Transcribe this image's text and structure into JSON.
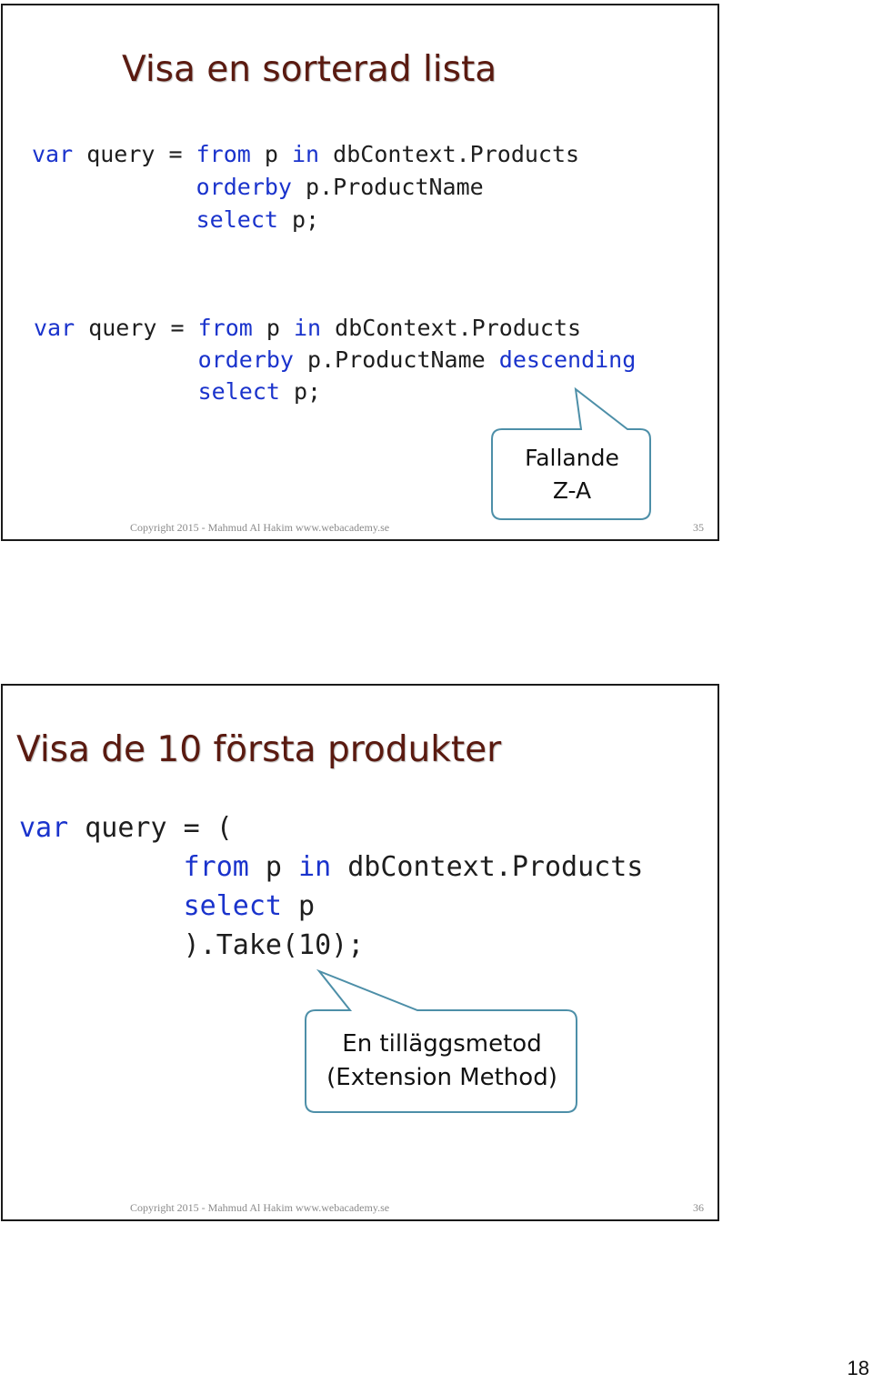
{
  "slides": [
    {
      "title": "Visa en sorterad lista",
      "code_blocks": [
        {
          "lines": [
            [
              {
                "t": "var",
                "k": true
              },
              {
                "t": " query = "
              },
              {
                "t": "from",
                "k": true
              },
              {
                "t": " p "
              },
              {
                "t": "in",
                "k": true
              },
              {
                "t": " dbContext.Products"
              }
            ],
            [
              {
                "t": "            "
              },
              {
                "t": "orderby",
                "k": true
              },
              {
                "t": " p.ProductName"
              }
            ],
            [
              {
                "t": "            "
              },
              {
                "t": "select",
                "k": true
              },
              {
                "t": " p;"
              }
            ]
          ]
        },
        {
          "lines": [
            [
              {
                "t": "var",
                "k": true
              },
              {
                "t": " query = "
              },
              {
                "t": "from",
                "k": true
              },
              {
                "t": " p "
              },
              {
                "t": "in",
                "k": true
              },
              {
                "t": " dbContext.Products"
              }
            ],
            [
              {
                "t": "            "
              },
              {
                "t": "orderby",
                "k": true
              },
              {
                "t": " p.ProductName "
              },
              {
                "t": "descending",
                "k": true
              }
            ],
            [
              {
                "t": "            "
              },
              {
                "t": "select",
                "k": true
              },
              {
                "t": " p;"
              }
            ]
          ]
        }
      ],
      "callout": {
        "line1": "Fallande",
        "line2": "Z-A"
      },
      "footer": "Copyright 2015 - Mahmud Al Hakim www.webacademy.se",
      "slide_number": "35"
    },
    {
      "title": "Visa de 10 första produkter",
      "code_blocks": [
        {
          "lines": [
            [
              {
                "t": "var",
                "k": true
              },
              {
                "t": " query = ("
              }
            ],
            [
              {
                "t": "          "
              },
              {
                "t": "from",
                "k": true
              },
              {
                "t": " p "
              },
              {
                "t": "in",
                "k": true
              },
              {
                "t": " dbContext.Products"
              }
            ],
            [
              {
                "t": "          "
              },
              {
                "t": "select",
                "k": true
              },
              {
                "t": " p"
              }
            ],
            [
              {
                "t": "          ).Take(10);"
              }
            ]
          ]
        }
      ],
      "callout": {
        "line1": "En tilläggsmetod",
        "line2": "(Extension Method)"
      },
      "footer": "Copyright 2015 - Mahmud Al Hakim www.webacademy.se",
      "slide_number": "36"
    }
  ],
  "page_number": "18",
  "colors": {
    "title": "#5a1a10",
    "keyword": "#1a33cc",
    "code_text": "#1e1e1e",
    "callout_border": "#4d8fa8",
    "footer_text": "#8a8a8a"
  }
}
